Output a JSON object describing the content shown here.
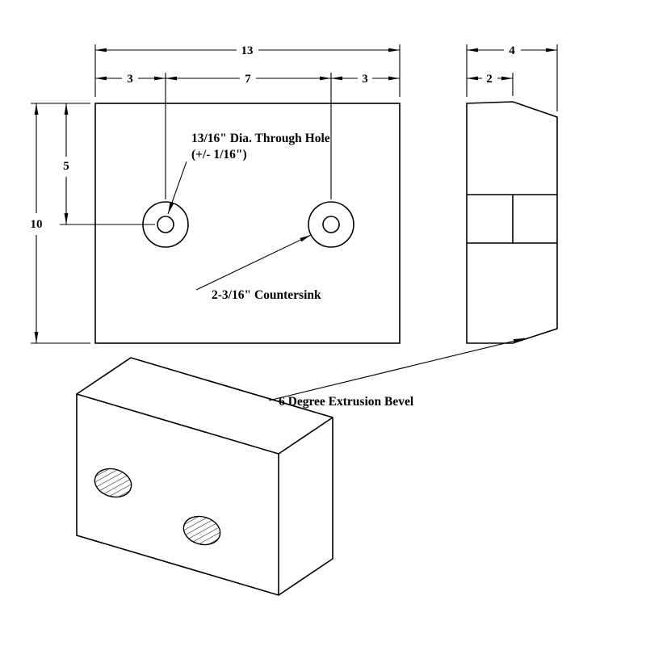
{
  "drawing": {
    "front_view": {
      "width_dim": "13",
      "left_span_dim": "3",
      "center_span_dim": "7",
      "right_span_dim": "3",
      "height_dim": "10",
      "hole_vertical_dim": "5"
    },
    "side_view": {
      "depth_dim": "4",
      "front_depth_dim": "2"
    },
    "notes": {
      "through_hole_line1": "13/16\" Dia. Through Hole",
      "through_hole_line2": "(+/- 1/16\")",
      "countersink": "2-3/16\" Countersink",
      "bevel": "6 Degree Extrusion Bevel"
    },
    "colors": {
      "line": "#000000",
      "background": "#ffffff"
    }
  }
}
